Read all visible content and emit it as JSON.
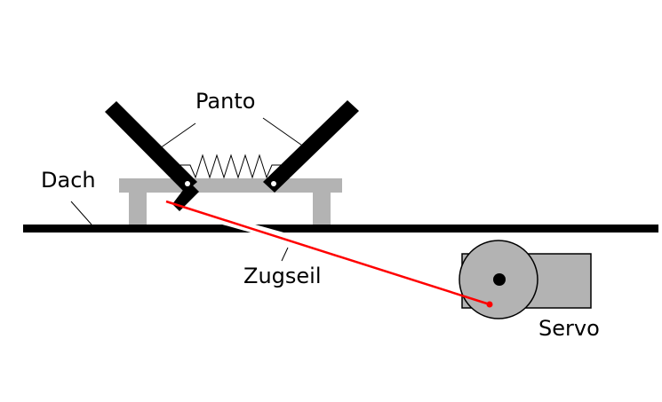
{
  "labels": {
    "panto": "Panto",
    "dach": "Dach",
    "zugseil": "Zugseil",
    "servo": "Servo"
  },
  "colors": {
    "ink": "#000000",
    "gray": "#b3b3b3",
    "rope": "#ff0000",
    "background": "#ffffff"
  }
}
